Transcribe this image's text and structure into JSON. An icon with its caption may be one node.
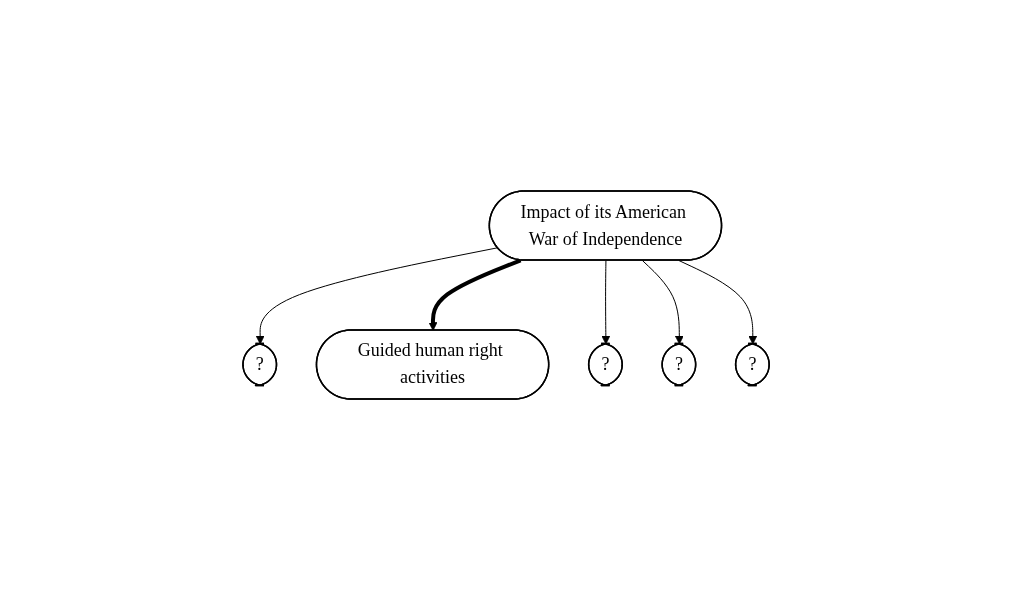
{
  "diagram": {
    "nodes": [
      {
        "text": [
          "?"
        ]
      },
      {
        "text": [
          "Guided human right activities"
        ]
      },
      {
        "text": [
          "?"
        ]
      },
      {
        "text": [
          "Impact of its American War of Independence"
        ]
      },
      {
        "text": [
          "?"
        ]
      },
      {
        "text": [
          "?"
        ]
      }
    ],
    "edges": [
      {
        "from": 3,
        "to": 0,
        "arrow": "to"
      },
      {
        "from": 3,
        "to": 1,
        "arrow": "to",
        "style": "thick"
      },
      {
        "from": 3,
        "to": 2,
        "arrow": "to"
      },
      {
        "from": 3,
        "to": 4,
        "arrow": "to"
      },
      {
        "from": 3,
        "to": 5,
        "arrow": "to"
      }
    ]
  }
}
